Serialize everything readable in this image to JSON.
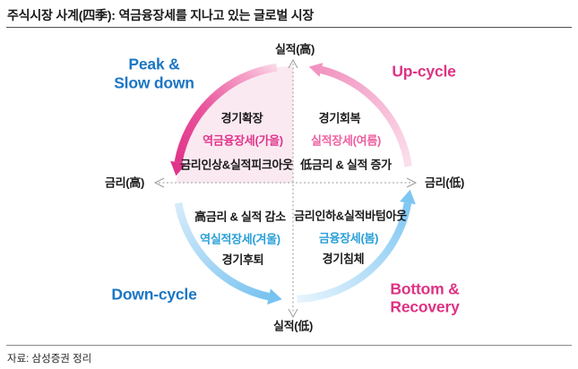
{
  "title": "주식시장 사계(四季): 역금융장세를 지나고 있는 글로벌 시장",
  "source": "자료: 삼성증권 정리",
  "axes": {
    "top": "실적(高)",
    "bottom": "실적(低)",
    "left": "금리(高)",
    "right": "금리(低)"
  },
  "phase_labels": {
    "peak_line1": "Peak &",
    "peak_line2": "Slow down",
    "up_cycle": "Up-cycle",
    "down_cycle": "Down-cycle",
    "bottom_line1": "Bottom &",
    "bottom_line2": "Recovery"
  },
  "quadrants": {
    "autumn": {
      "row1": "경기확장",
      "row2": "역금융장세(가을)",
      "row3": "금리인상&실적피크아웃"
    },
    "summer": {
      "row1": "경기회복",
      "row2": "실적장세(여름)",
      "row3": "低금리 & 실적 증가"
    },
    "winter": {
      "row1": "高금리 & 실적 감소",
      "row2": "역실적장세(겨울)",
      "row3": "경기후퇴"
    },
    "spring": {
      "row1": "금리인하&실적바텀아웃",
      "row2": "금융장세(봄)",
      "row3": "경기침체"
    }
  },
  "colors": {
    "phase_blue": "#1b76c4",
    "phase_pink": "#dd3384",
    "season_magenta": "#e0348a",
    "season_light_pink": "#ee5f9f",
    "season_cyan": "#2a9fd8",
    "arc_magenta": "#e0348a",
    "arc_pink": "#f193c0",
    "arc_blue": "#7ec6f2",
    "highlight_fill": "#fbe9f2",
    "axis_gray": "#9a9a9a"
  }
}
